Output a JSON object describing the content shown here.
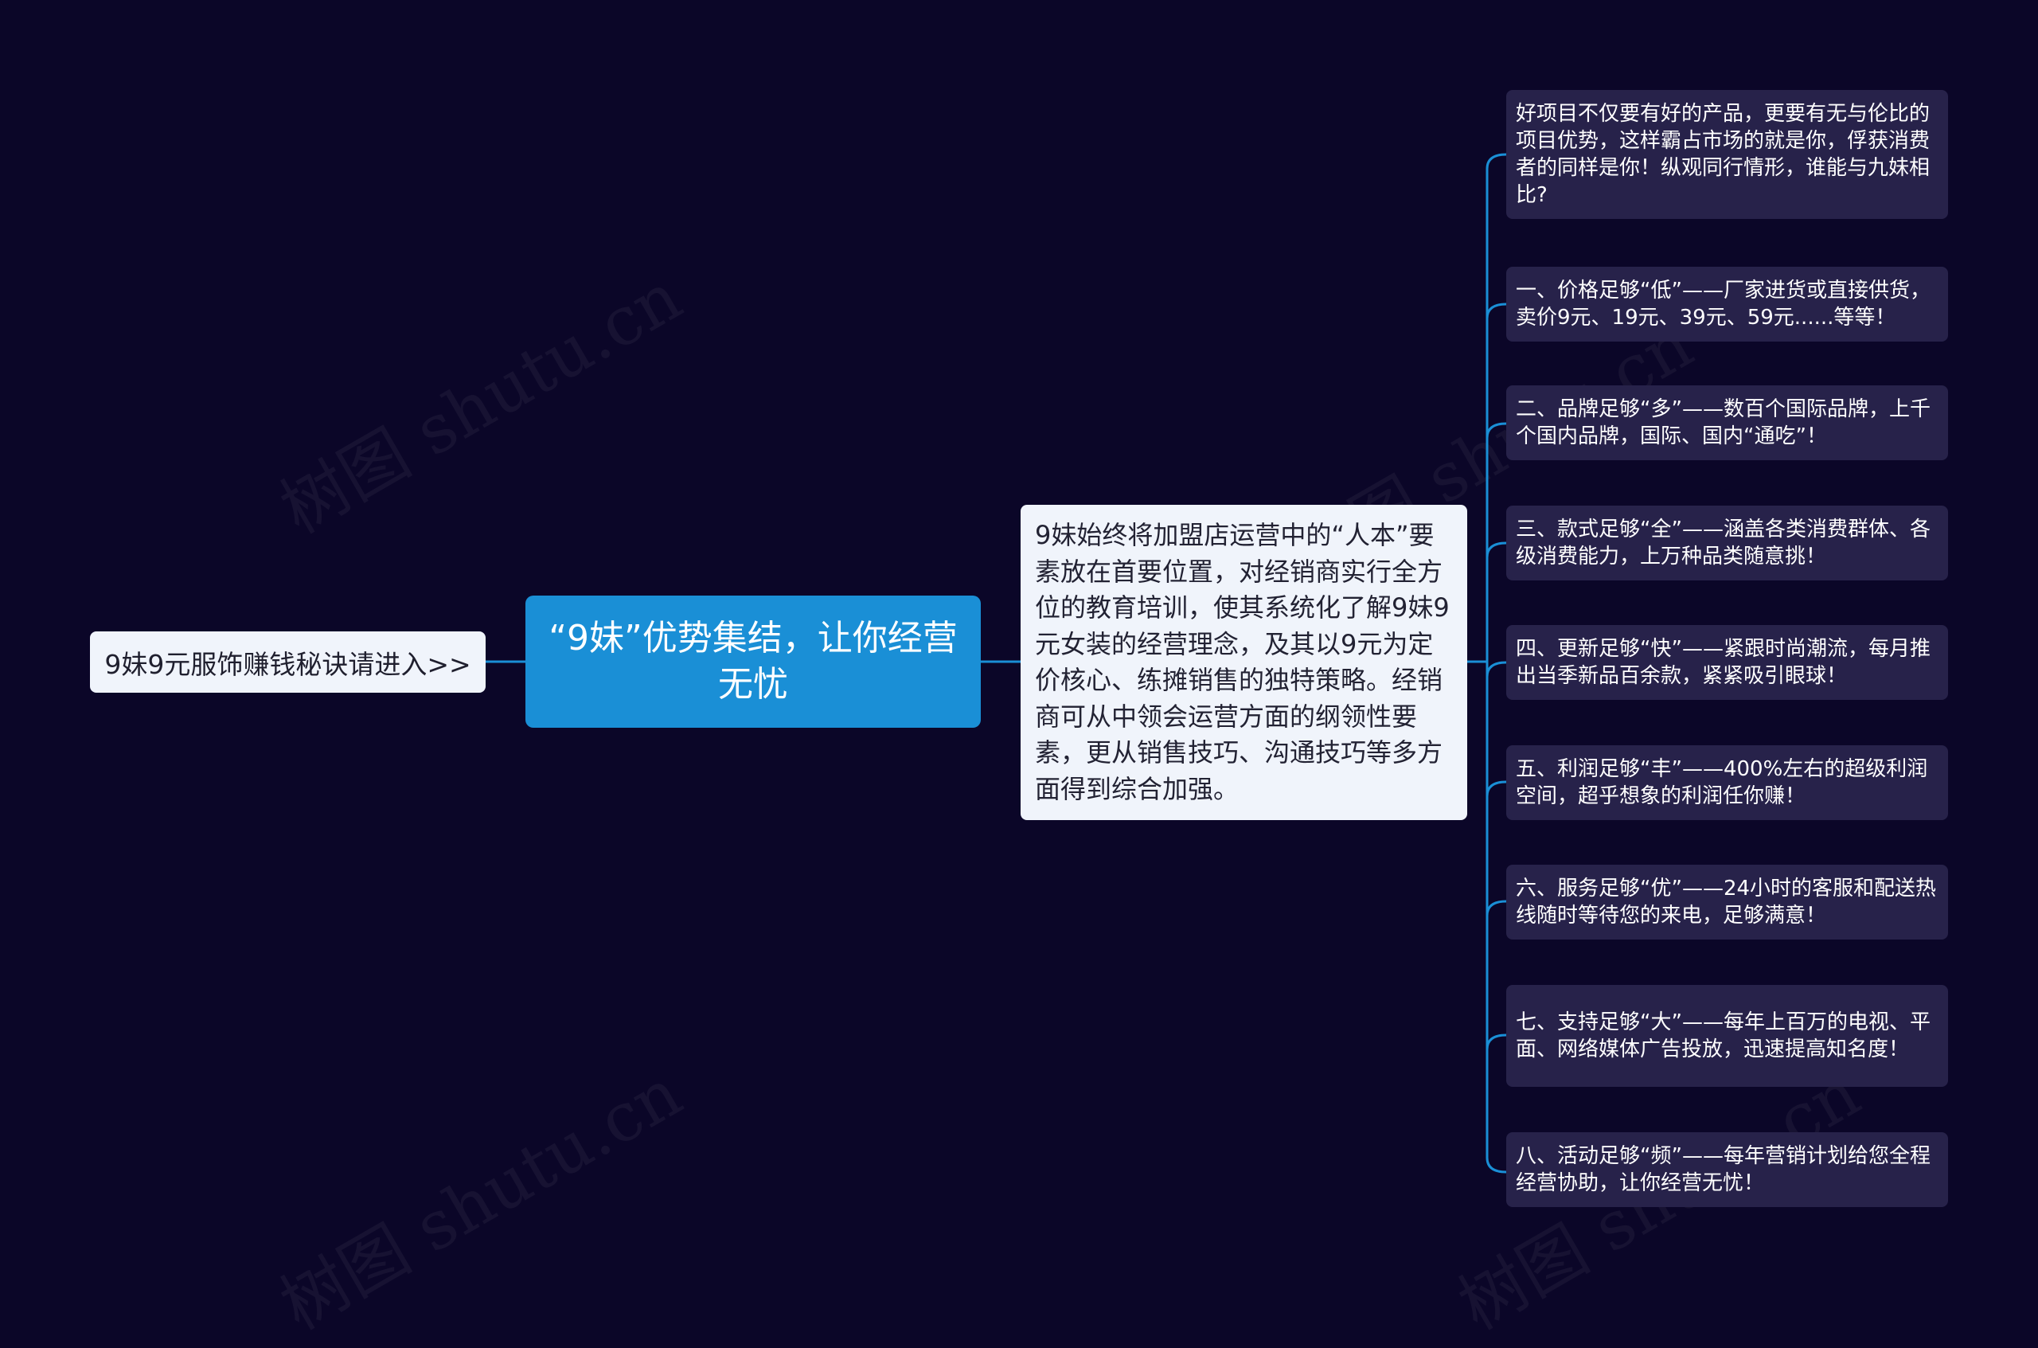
{
  "watermark": "树图 shutu.cn",
  "colors": {
    "background": "#0b0628",
    "connector": "#1a8fd6",
    "center": "#1a8fd6",
    "leaf": "#27224a",
    "light_node": "#f0f4fb"
  },
  "left_node": "9妹9元服饰赚钱秘诀请进入>>",
  "center_node": "“9妹”优势集结，让你经营无忧",
  "desc_node": "9妹始终将加盟店运营中的“人本”要素放在首要位置，对经销商实行全方位的教育培训，使其系统化了解9妹9元女装的经营理念，及其以9元为定价核心、练摊销售的独特策略。经销商可从中领会运营方面的纲领性要素，更从销售技巧、沟通技巧等多方面得到综合加强。",
  "leaves": [
    "好项目不仅要有好的产品，更要有无与伦比的项目优势，这样霸占市场的就是你，俘获消费者的同样是你！纵观同行情形，谁能与九妹相比?",
    "一、价格足够“低”——厂家进货或直接供货，卖价9元、19元、39元、59元......等等！",
    "二、品牌足够“多”——数百个国际品牌，上千个国内品牌，国际、国内“通吃”！",
    "三、款式足够“全”——涵盖各类消费群体、各级消费能力，上万种品类随意挑！",
    "四、更新足够“快”——紧跟时尚潮流，每月推出当季新品百余款，紧紧吸引眼球！",
    "五、利润足够“丰”——400%左右的超级利润空间，超乎想象的利润任你赚！",
    "六、服务足够“优”——24小时的客服和配送热线随时等待您的来电，足够满意！",
    "七、支持足够“大”——每年上百万的电视、平面、网络媒体广告投放，迅速提高知名度！",
    "八、活动足够“频”——每年营销计划给您全程经营协助，让你经营无忧！"
  ]
}
